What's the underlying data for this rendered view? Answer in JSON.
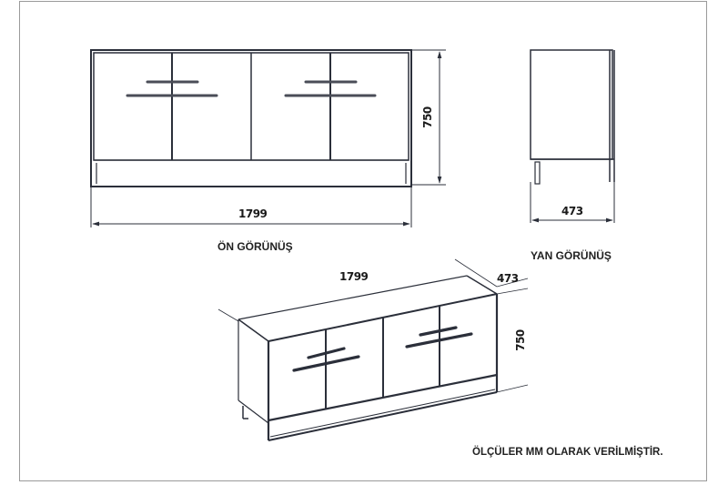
{
  "sheet": {
    "note": "ÖLÇÜLER MM OLARAK VERİLMİŞTİR.",
    "line_color": "#2b2f3a",
    "frame_color": "#9a9a9a"
  },
  "front_view": {
    "title": "ÖN GÖRÜNÜŞ",
    "width_dim": "1799",
    "height_dim": "750",
    "door_count": 4
  },
  "side_view": {
    "title": "YAN GÖRÜNÜŞ",
    "depth_dim": "473"
  },
  "iso_view": {
    "width_dim": "1799",
    "depth_dim": "473",
    "height_dim": "750"
  }
}
